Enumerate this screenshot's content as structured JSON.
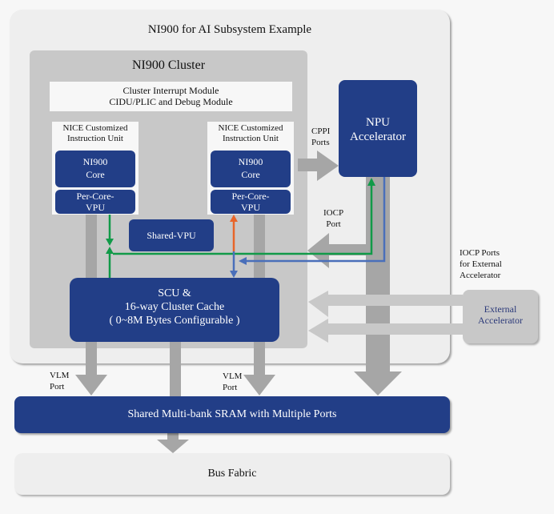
{
  "diagram": {
    "title": "NI900 for AI Subsystem Example",
    "cluster": {
      "title": "NI900 Cluster",
      "interrupt_module": {
        "line1": "Cluster Interrupt Module",
        "line2": "CIDU/PLIC and Debug Module"
      },
      "cores": [
        {
          "nice_line1": "NICE Customized",
          "nice_line2": "Instruction Unit",
          "core_line1": "NI900",
          "core_line2": "Core",
          "vpu_line1": "Per-Core-",
          "vpu_line2": "VPU"
        },
        {
          "nice_line1": "NICE Customized",
          "nice_line2": "Instruction Unit",
          "core_line1": "NI900",
          "core_line2": "Core",
          "vpu_line1": "Per-Core-",
          "vpu_line2": "VPU"
        }
      ],
      "shared_vpu": "Shared-VPU",
      "scu": {
        "line1": "SCU &",
        "line2": "16-way Cluster Cache",
        "line3": "( 0~8M Bytes Configurable )"
      }
    },
    "npu": {
      "line1": "NPU",
      "line2": "Accelerator"
    },
    "labels": {
      "cppi_line1": "CPPI",
      "cppi_line2": "Ports",
      "iocp_line1": "IOCP",
      "iocp_line2": "Port",
      "iocp_ext_line1": "IOCP Ports",
      "iocp_ext_line2": "for External",
      "iocp_ext_line3": "Accelerator",
      "vlm1_line1": "VLM",
      "vlm1_line2": "Port",
      "vlm2_line1": "VLM",
      "vlm2_line2": "Port"
    },
    "external_accelerator": {
      "line1": "External",
      "line2": "Accelerator"
    },
    "sram": "Shared Multi-bank SRAM with Multiple Ports",
    "bus_fabric": "Bus Fabric"
  },
  "colors": {
    "block_blue": "#223e87",
    "arrow_gray": "#a6a6a6",
    "arrow_light_gray": "#c8c8c8",
    "green_path": "#119a48",
    "blue_path": "#4a6fba",
    "orange_path": "#e8652a"
  }
}
